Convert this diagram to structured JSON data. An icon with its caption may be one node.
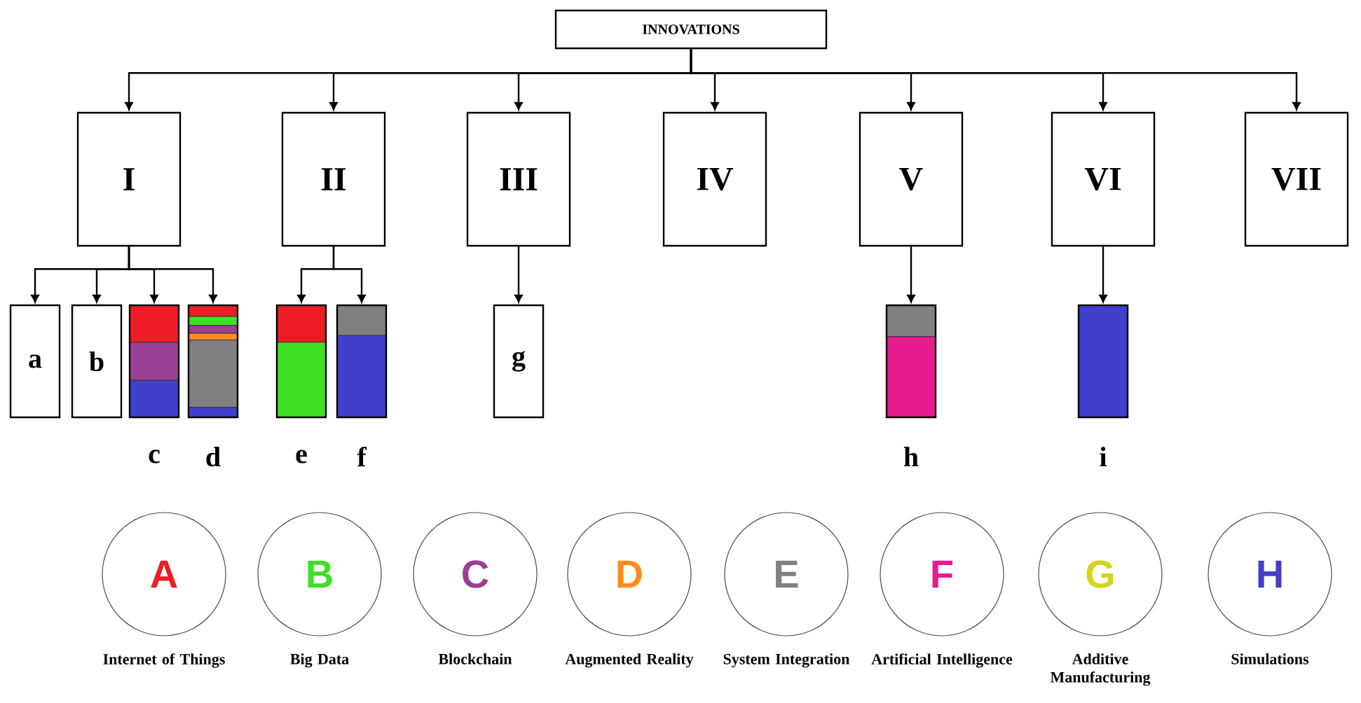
{
  "diagram": {
    "nodes": [
      {
        "text": [
          "INNOVATIONS"
        ]
      },
      {
        "text": [
          "I"
        ]
      },
      {
        "text": [
          "II"
        ]
      },
      {
        "text": [
          "III"
        ]
      },
      {
        "text": [
          "IV"
        ]
      },
      {
        "text": [
          "V"
        ]
      },
      {
        "text": [
          "VI"
        ]
      },
      {
        "text": [
          "VII"
        ]
      },
      {
        "text": [
          "a"
        ]
      },
      {
        "text": [
          "b"
        ]
      },
      {
        "text": [],
        "shape": "bar",
        "beside": [
          "c"
        ]
      },
      {
        "text": [],
        "shape": "bar",
        "beside": [
          "d"
        ]
      },
      {
        "text": [],
        "shape": "bar",
        "beside": [
          "e"
        ]
      },
      {
        "text": [],
        "shape": "bar",
        "beside": [
          "f"
        ]
      },
      {
        "text": [
          "g"
        ]
      },
      {
        "text": [],
        "shape": "bar",
        "beside": [
          "h"
        ]
      },
      {
        "text": [],
        "shape": "bar",
        "beside": [
          "i"
        ]
      },
      {
        "text": [
          "A"
        ],
        "beside": [
          "Internet of Things"
        ]
      },
      {
        "text": [
          "B"
        ],
        "beside": [
          "Big Data"
        ]
      },
      {
        "text": [
          "C"
        ],
        "beside": [
          "Blockchain"
        ]
      },
      {
        "text": [
          "D"
        ],
        "beside": [
          "Augmented Reality"
        ]
      },
      {
        "text": [
          "E"
        ],
        "beside": [
          "System Integration"
        ]
      },
      {
        "text": [
          "F"
        ],
        "beside": [
          "Artificial Intelligence"
        ]
      },
      {
        "text": [
          "G"
        ],
        "beside": [
          "Additive Manufacturing"
        ]
      },
      {
        "text": [
          "H"
        ],
        "beside": [
          "Simulations"
        ]
      }
    ],
    "edges": [
      {
        "from": 0,
        "to": 1,
        "arrow": "to"
      },
      {
        "from": 0,
        "to": 2,
        "arrow": "to"
      },
      {
        "from": 0,
        "to": 3,
        "arrow": "to"
      },
      {
        "from": 0,
        "to": 4,
        "arrow": "to"
      },
      {
        "from": 0,
        "to": 5,
        "arrow": "to"
      },
      {
        "from": 0,
        "to": 6,
        "arrow": "to"
      },
      {
        "from": 0,
        "to": 7,
        "arrow": "to"
      },
      {
        "from": 1,
        "to": 8,
        "arrow": "to"
      },
      {
        "from": 1,
        "to": 9,
        "arrow": "to"
      },
      {
        "from": 1,
        "to": 10,
        "arrow": "to"
      },
      {
        "from": 1,
        "to": 11,
        "arrow": "to"
      },
      {
        "from": 2,
        "to": 12,
        "arrow": "to"
      },
      {
        "from": 2,
        "to": 13,
        "arrow": "to"
      },
      {
        "from": 3,
        "to": 14,
        "arrow": "to"
      },
      {
        "from": 5,
        "to": 15,
        "arrow": "to"
      },
      {
        "from": 6,
        "to": 16,
        "arrow": "to"
      }
    ]
  }
}
